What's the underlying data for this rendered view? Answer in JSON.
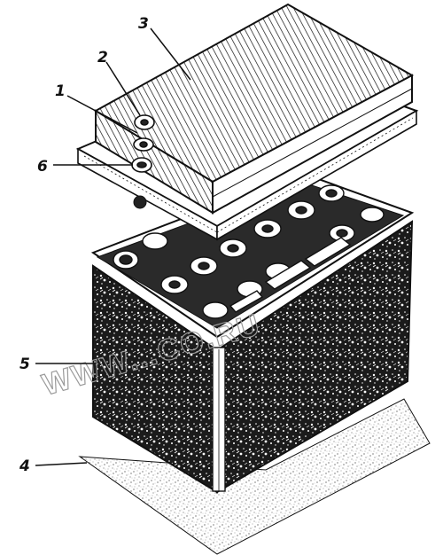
{
  "diagram": {
    "callouts": [
      {
        "id": "1",
        "text": "1"
      },
      {
        "id": "2",
        "text": "2"
      },
      {
        "id": "3",
        "text": "3"
      },
      {
        "id": "4",
        "text": "4"
      },
      {
        "id": "5",
        "text": "5"
      },
      {
        "id": "6",
        "text": "6"
      }
    ],
    "watermark": "WWW...CO.RU",
    "colors": {
      "ink": "#111111",
      "paper": "#ffffff",
      "watermark": "#9a9a9a"
    }
  }
}
